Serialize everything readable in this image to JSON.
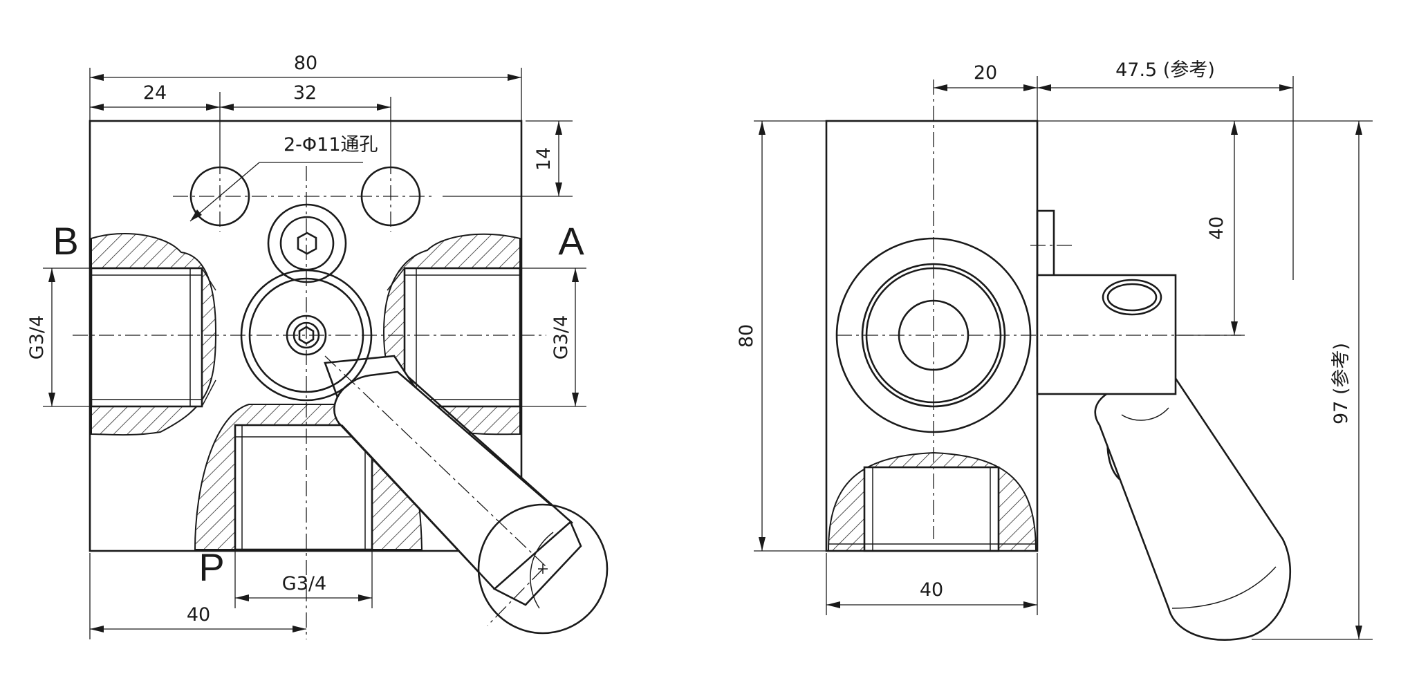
{
  "front_view": {
    "dim_total_width": "80",
    "dim_left_offset": "24",
    "dim_hole_spacing": "32",
    "hole_callout": "2-Φ11通孔",
    "dim_top_offset": "14",
    "port_left_label": "B",
    "port_right_label": "A",
    "port_bottom_label": "P",
    "thread_left": "G3/4",
    "thread_right": "G3/4",
    "thread_bottom": "G3/4",
    "dim_center_x": "40"
  },
  "side_view": {
    "dim_axis_offset": "20",
    "dim_handle_reach": "47.5 (参考)",
    "dim_axis_height": "40",
    "dim_body_height": "80",
    "dim_body_width": "40",
    "dim_overall_height": "97 (参考)"
  }
}
